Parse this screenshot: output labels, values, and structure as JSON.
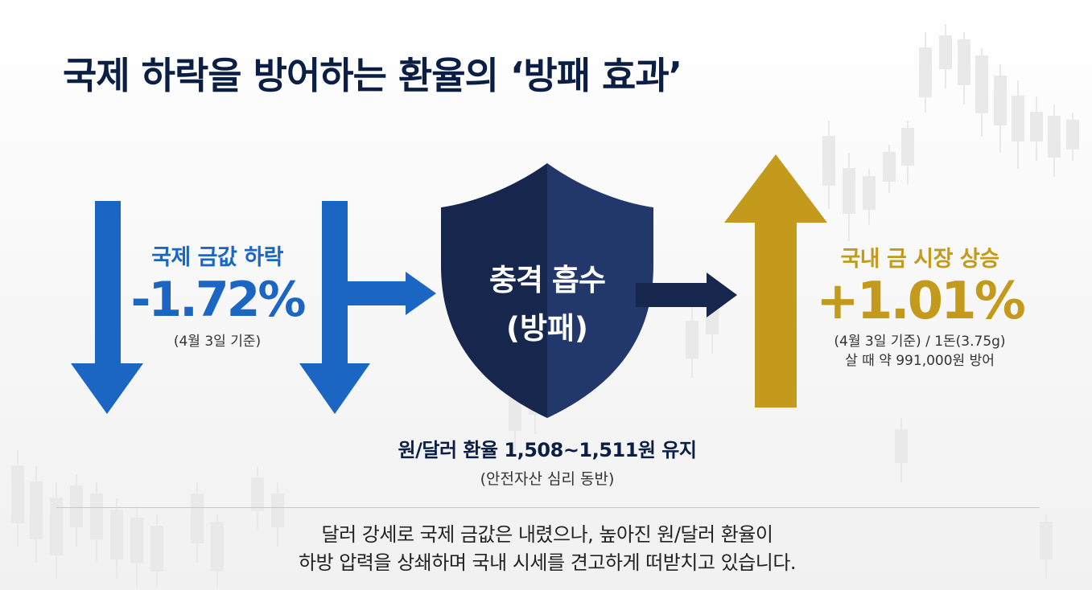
{
  "title": "국제 하락을 방어하는 환율의 ‘방패 효과’",
  "left": {
    "label": "국제 금값 하락",
    "value": "-1.72%",
    "note": "(4월 3일 기준)"
  },
  "shield": {
    "line1": "충격 흡수",
    "line2": "(방패)"
  },
  "right": {
    "label": "국내 금 시장 상승",
    "value": "+1.01%",
    "note_line1": "(4월 3일 기준) / 1돈(3.75g)",
    "note_line2": "살 때 약 991,000원 방어"
  },
  "rate": {
    "main": "원/달러 환율 1,508~1,511원 유지",
    "sub": "(안전자산 심리 동반)"
  },
  "footer": {
    "line1": "달러 강세로 국제 금값은 내렸으나, 높아진 원/달러 환율이",
    "line2": "하방 압력을 상쇄하며 국내 시세를 견고하게 떠받치고 있습니다."
  },
  "colors": {
    "navy": "#0b1f44",
    "blue": "#1a66c2",
    "gold": "#c49a1c",
    "shield_dark": "#16264d",
    "shield_light": "#22386a"
  },
  "icons": {
    "down_arrow": "down-arrow-icon",
    "right_arrow": "right-arrow-icon",
    "shield": "shield-icon",
    "up_arrow": "up-arrow-icon"
  }
}
